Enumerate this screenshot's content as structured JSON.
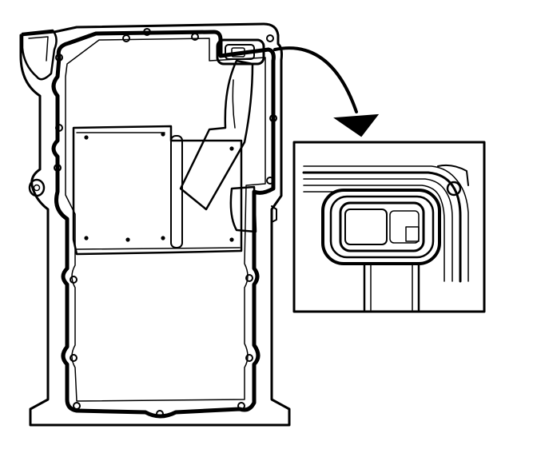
{
  "diagram": {
    "subject": "oil-pan-gasket-illustration",
    "background_color": "#ffffff",
    "line_color": "#000000",
    "callout": {
      "kind": "inset-detail",
      "arrow": "curved-pointer"
    }
  }
}
